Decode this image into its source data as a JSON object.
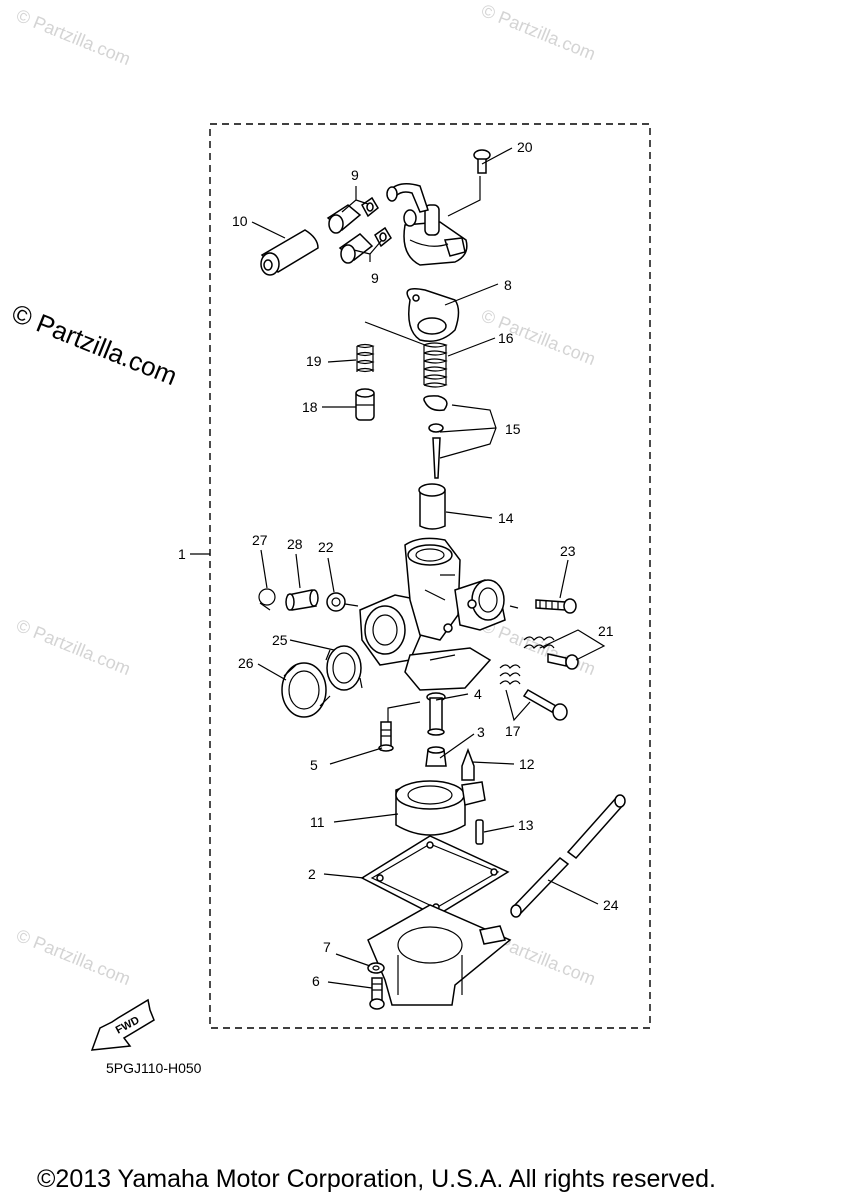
{
  "watermark": {
    "text": "© Partzilla.com",
    "main_text": "© Partzilla.com"
  },
  "diagram": {
    "code": "5PGJ110-H050",
    "fwd_label": "FWD",
    "callouts": [
      {
        "id": "c1",
        "label": "1"
      },
      {
        "id": "c2",
        "label": "2"
      },
      {
        "id": "c3",
        "label": "3"
      },
      {
        "id": "c4",
        "label": "4"
      },
      {
        "id": "c5",
        "label": "5"
      },
      {
        "id": "c6",
        "label": "6"
      },
      {
        "id": "c7",
        "label": "7"
      },
      {
        "id": "c8",
        "label": "8"
      },
      {
        "id": "c9a",
        "label": "9"
      },
      {
        "id": "c9b",
        "label": "9"
      },
      {
        "id": "c10",
        "label": "10"
      },
      {
        "id": "c11",
        "label": "11"
      },
      {
        "id": "c12",
        "label": "12"
      },
      {
        "id": "c13",
        "label": "13"
      },
      {
        "id": "c14",
        "label": "14"
      },
      {
        "id": "c15",
        "label": "15"
      },
      {
        "id": "c16",
        "label": "16"
      },
      {
        "id": "c17",
        "label": "17"
      },
      {
        "id": "c18",
        "label": "18"
      },
      {
        "id": "c19",
        "label": "19"
      },
      {
        "id": "c20",
        "label": "20"
      },
      {
        "id": "c21",
        "label": "21"
      },
      {
        "id": "c22",
        "label": "22"
      },
      {
        "id": "c23",
        "label": "23"
      },
      {
        "id": "c24",
        "label": "24"
      },
      {
        "id": "c25",
        "label": "25"
      },
      {
        "id": "c26",
        "label": "26"
      },
      {
        "id": "c27",
        "label": "27"
      },
      {
        "id": "c28",
        "label": "28"
      }
    ]
  },
  "footer": {
    "copyright": "©2013 Yamaha Motor Corporation, U.S.A. All rights reserved."
  }
}
